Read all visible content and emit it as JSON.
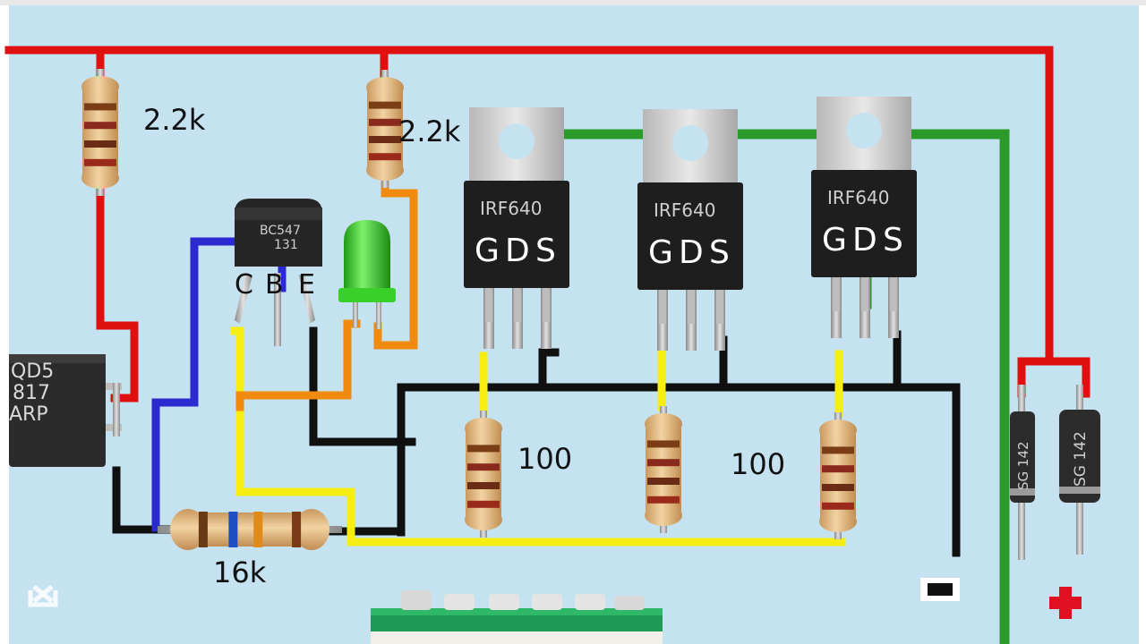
{
  "diagram": {
    "resistor_labels": {
      "r_left": "2.2k",
      "r_right": "2.2k",
      "r_base": "16k",
      "r_gate_a": "100",
      "r_gate_b": "100"
    },
    "transistor": {
      "marking_line1": "BC547",
      "marking_line2": "131",
      "pin_c": "C",
      "pin_b": "B",
      "pin_e": "E"
    },
    "mosfets": [
      {
        "marking": "IRF640",
        "pin_g": "G",
        "pin_d": "D",
        "pin_s": "S"
      },
      {
        "marking": "IRF640",
        "pin_g": "G",
        "pin_d": "D",
        "pin_s": "S"
      },
      {
        "marking": "IRF640",
        "pin_g": "G",
        "pin_d": "D",
        "pin_s": "S"
      }
    ],
    "optocoupler": {
      "line1": "QD5",
      "line2": "817",
      "line3": "ARP"
    },
    "diodes": [
      {
        "marking": "SG 142"
      },
      {
        "marking": "SG 142"
      }
    ],
    "terminal_minus": "−",
    "terminal_plus": "+",
    "colors": {
      "background": "#c5e2f1",
      "wire_red": "#e01010",
      "wire_green": "#2a9a2a",
      "wire_blue": "#2a2ad0",
      "wire_yellow": "#f5ee10",
      "wire_black": "#101010",
      "wire_orange": "#f08a10",
      "led": "#39d02a",
      "plus_sign": "#e01020"
    }
  }
}
